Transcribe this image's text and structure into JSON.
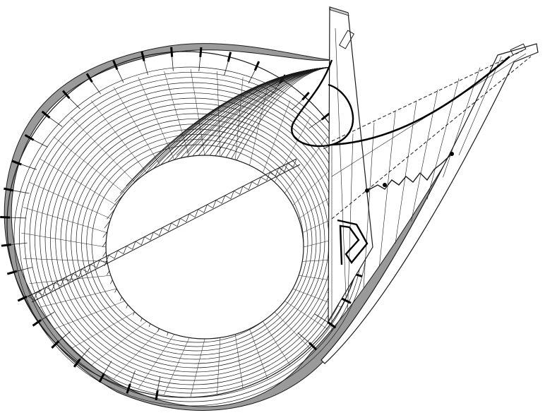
{
  "drawing": {
    "subject": "",
    "colors": {
      "background": "#ffffff",
      "line": "#1a1a1a",
      "rim_fill": "#9a9a9a",
      "cable": "#000000"
    },
    "counts": {
      "seating_rings": 16,
      "outer_buttresses": 34,
      "inner_radial_lines": 40,
      "suspension_cables": 30
    }
  }
}
